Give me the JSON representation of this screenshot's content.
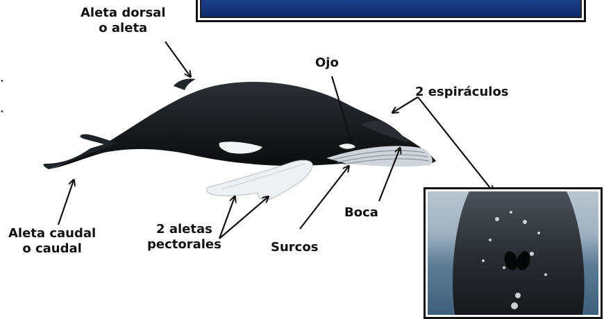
{
  "labels": {
    "dorsal_line1": "Aleta dorsal",
    "dorsal_line2": "o aleta",
    "eye": "Ojo",
    "blowholes": "2 espiráculos",
    "mouth": "Boca",
    "grooves": "Surcos",
    "pectoral_line1": "2 aletas",
    "pectoral_line2": "pectorales",
    "caudal_line1": "Aleta caudal",
    "caudal_line2": "o caudal"
  },
  "colors": {
    "banner": "#1c3f8a",
    "whale_body": "#1d2024",
    "whale_belly": "#e9ecef",
    "arrow": "#111111"
  }
}
